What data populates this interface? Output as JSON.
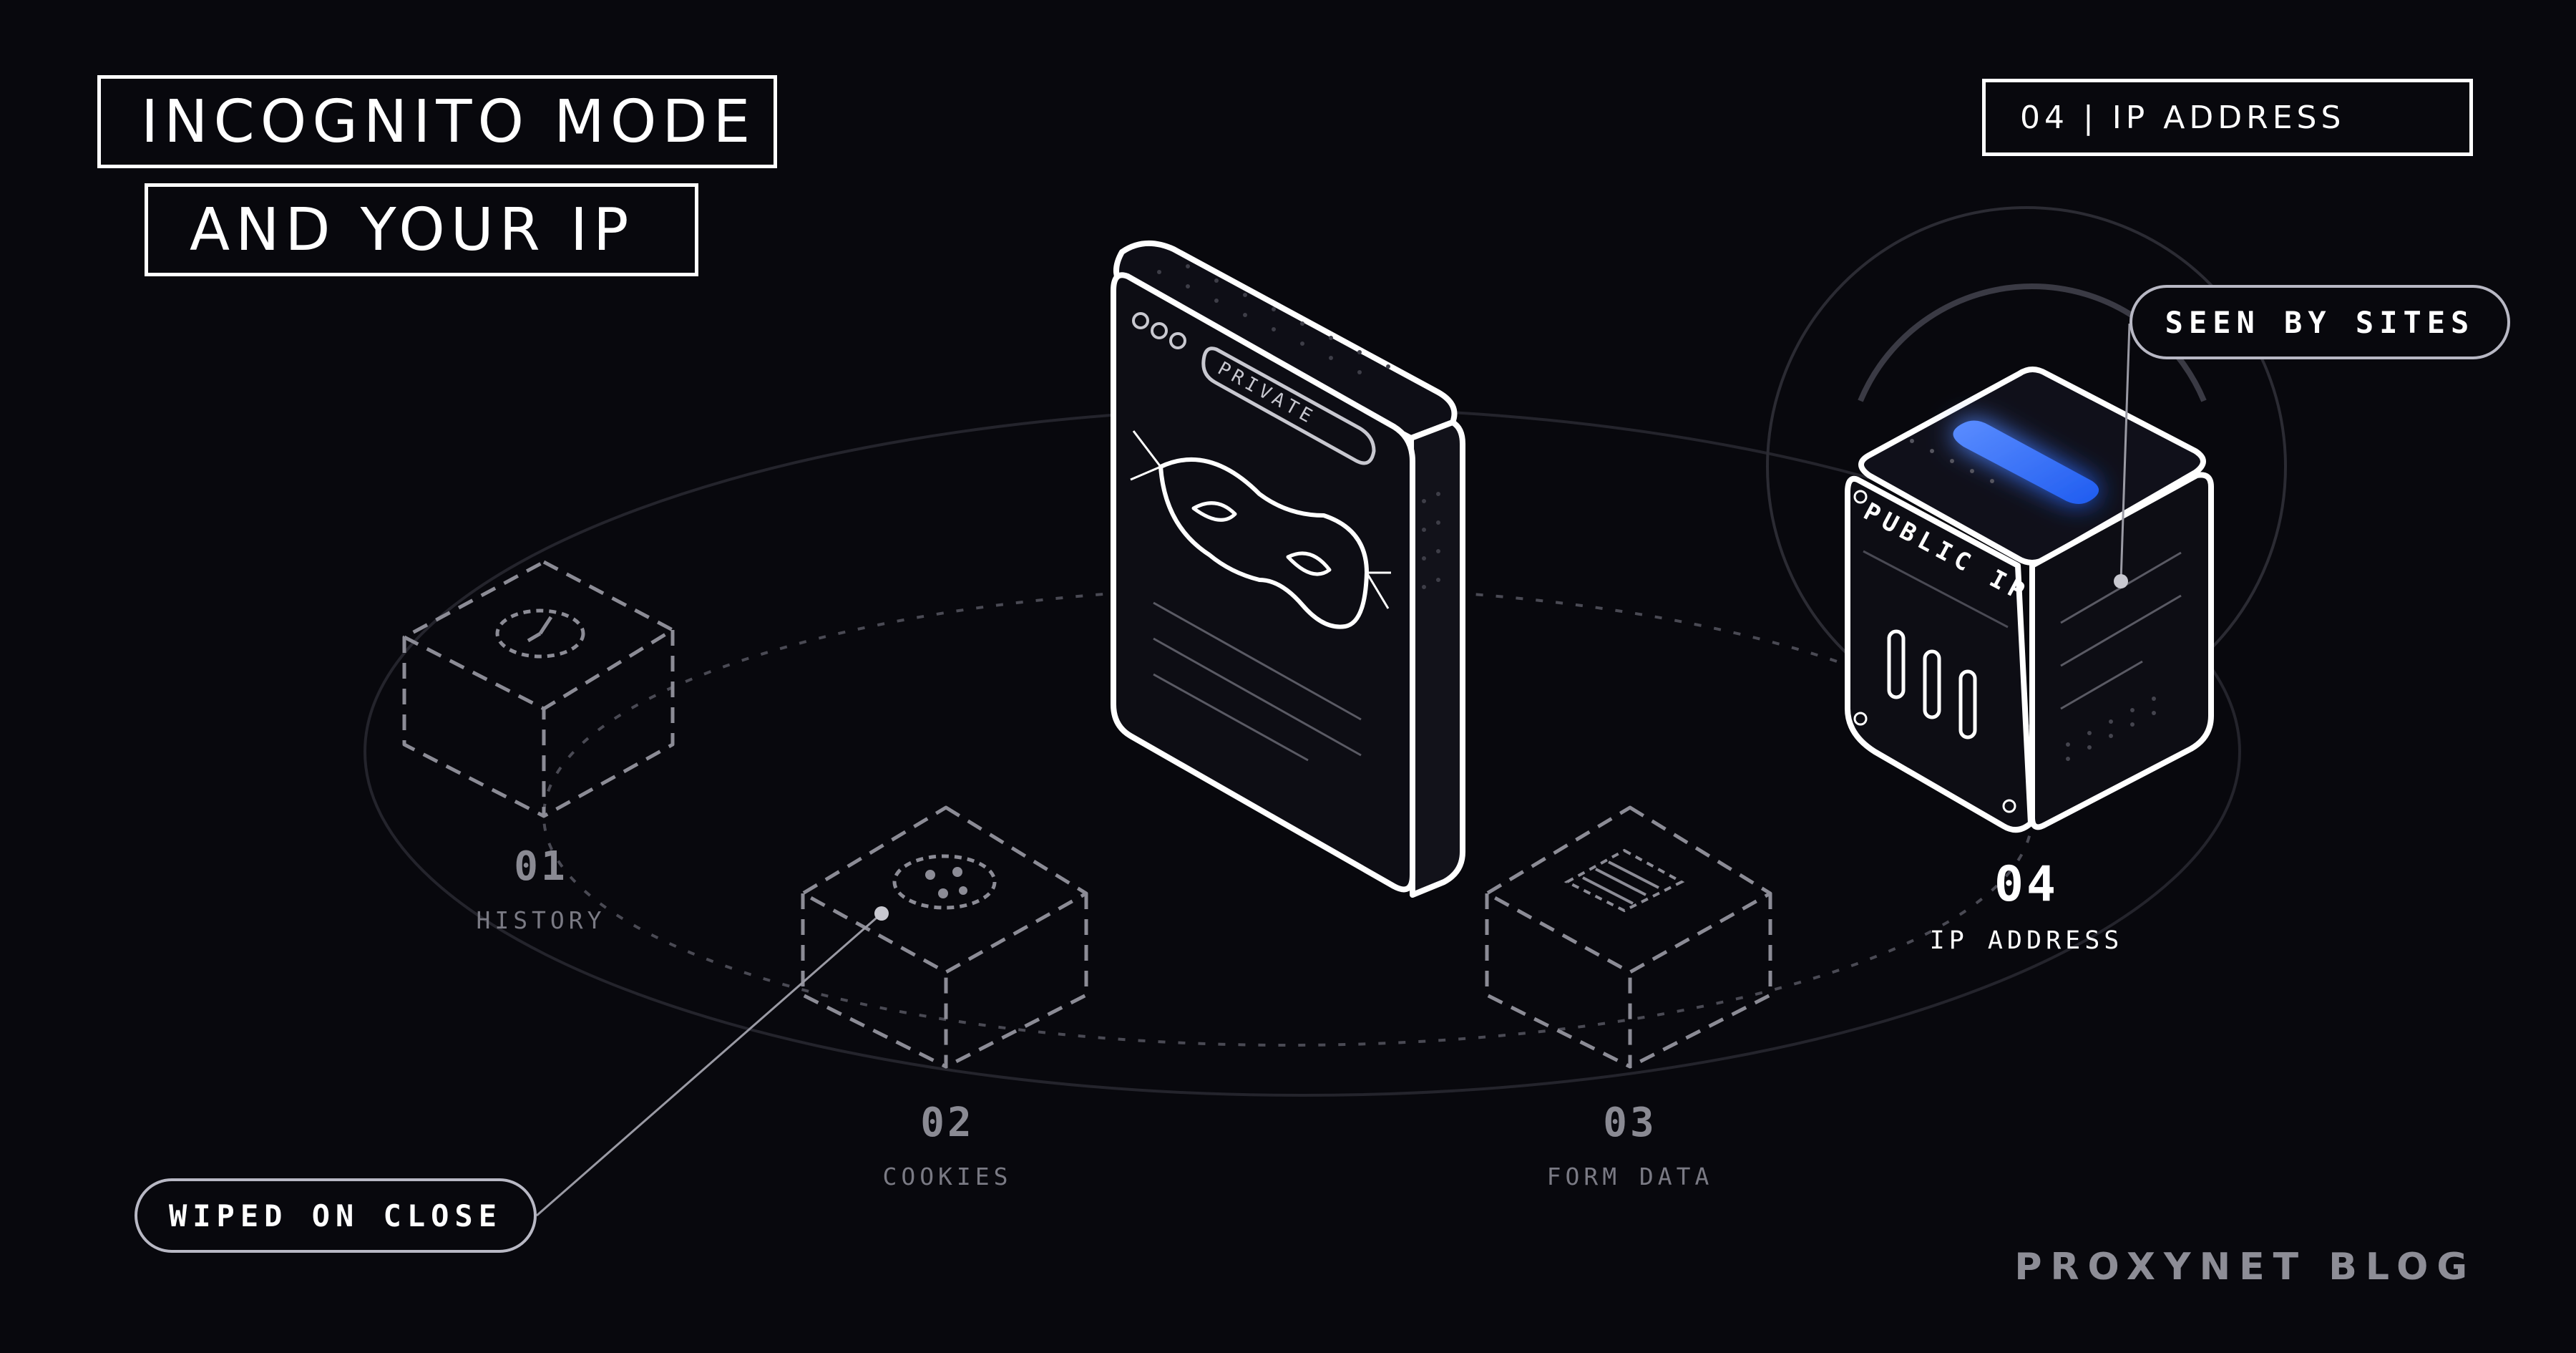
{
  "title": {
    "line1": "INCOGNITO MODE",
    "line2": "AND YOUR IP"
  },
  "badge": "04 | IP ADDRESS",
  "browser_window": {
    "address_label": "PRIVATE",
    "icon": "mask-icon"
  },
  "ip_block": {
    "face_label": "PUBLIC IP",
    "callout": "SEEN BY SITES",
    "accent_color": "#2f6bff"
  },
  "items": [
    {
      "number": "01",
      "label": "HISTORY",
      "icon": "clock-icon",
      "state": "wiped"
    },
    {
      "number": "02",
      "label": "COOKIES",
      "icon": "cookie-icon",
      "state": "wiped"
    },
    {
      "number": "03",
      "label": "FORM DATA",
      "icon": "form-icon",
      "state": "wiped"
    },
    {
      "number": "04",
      "label": "IP ADDRESS",
      "icon": "server-icon",
      "state": "visible"
    }
  ],
  "wiped_callout": "WIPED ON CLOSE",
  "footer": "PROXYNET BLOG"
}
